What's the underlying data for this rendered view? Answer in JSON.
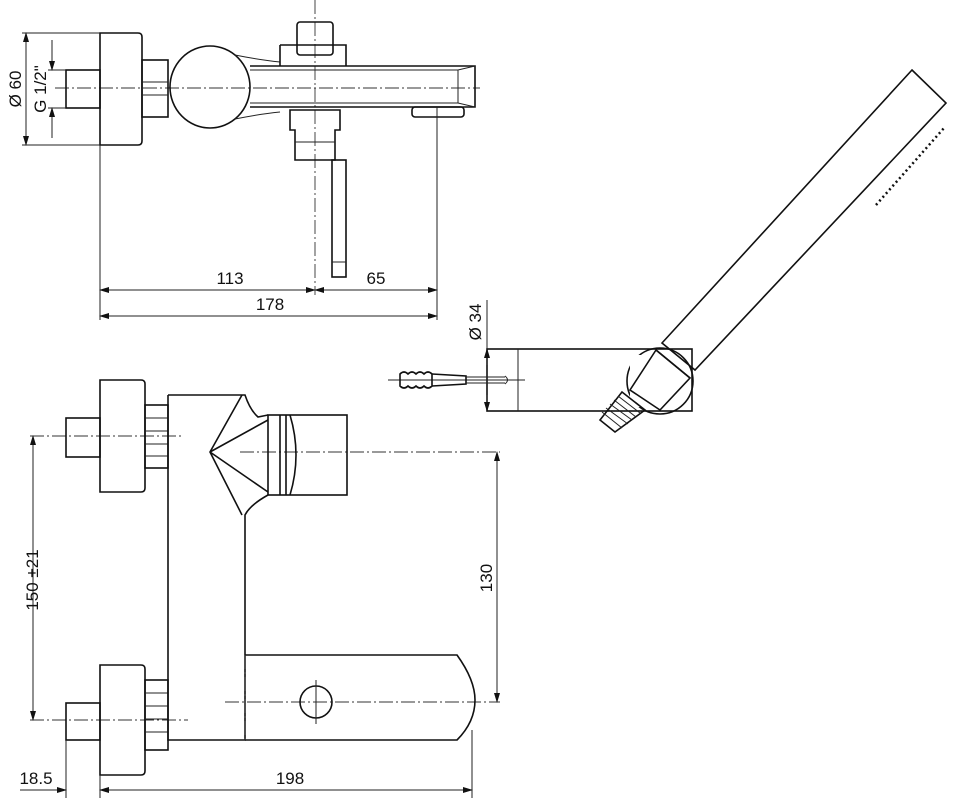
{
  "drawing": {
    "top_view": {
      "dim_flange_diameter": "Ø 60",
      "dim_thread": "G 1/2\"",
      "dim_to_diverter": "113",
      "dim_diverter_to_spout": "65",
      "dim_total_depth": "178"
    },
    "hand_shower": {
      "dim_bracket_diameter": "Ø 34"
    },
    "front_view": {
      "dim_inlet_spacing": "150 ±21",
      "dim_spout_height": "130",
      "dim_flange_offset": "18.5",
      "dim_total_width": "198"
    }
  }
}
